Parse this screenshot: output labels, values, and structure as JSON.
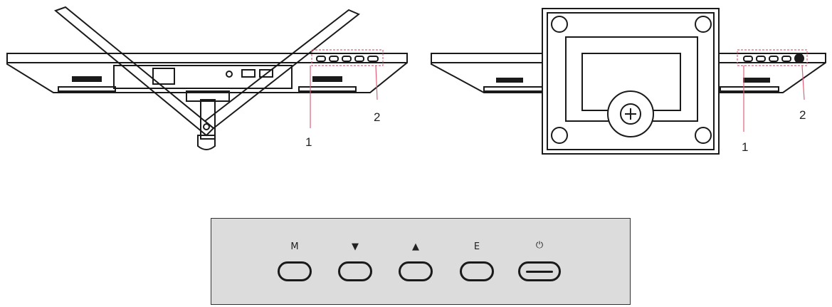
{
  "callouts": {
    "left_1": "1",
    "left_2": "2",
    "right_1": "1",
    "right_2": "2"
  },
  "button_panel": {
    "buttons": [
      {
        "label": "M",
        "icon": "menu-label"
      },
      {
        "label": "▼",
        "icon": "down-arrow-icon"
      },
      {
        "label": "▲",
        "icon": "up-arrow-icon"
      },
      {
        "label": "E",
        "icon": "exit-label"
      },
      {
        "label": "⏻",
        "icon": "power-icon"
      }
    ]
  },
  "colors": {
    "line": "#1a1a1a",
    "highlight": "#e0607a",
    "panel": "#dcdcdc"
  }
}
